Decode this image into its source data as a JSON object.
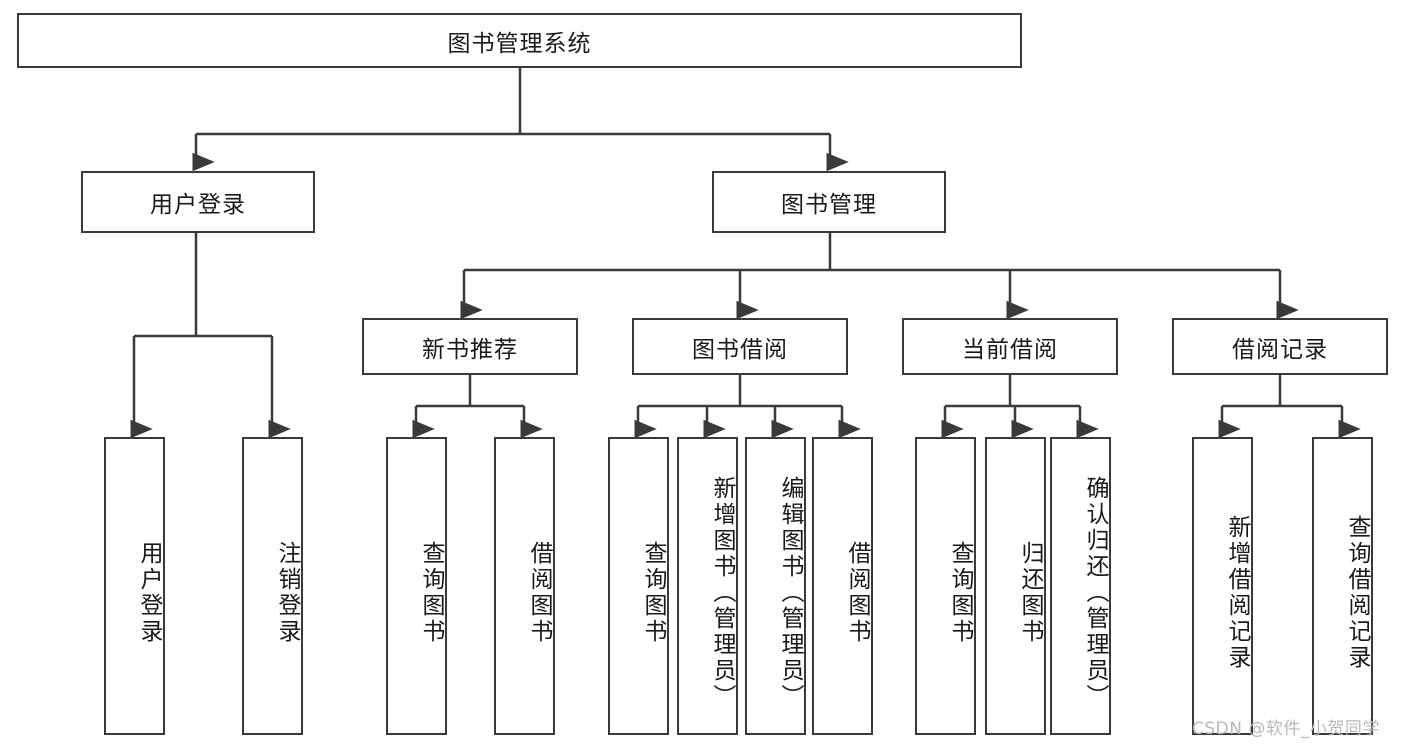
{
  "diagram": {
    "type": "tree-hierarchy-chart",
    "title": "图书管理系统",
    "orientation": "top-down",
    "colors": {
      "box_border": "#3a3a3a",
      "box_fill": "#ffffff",
      "connector": "#3a3a3a",
      "text": "#1a1a1a",
      "watermark": "#b9b9b9",
      "background": "#ffffff"
    }
  },
  "root": {
    "label": "图书管理系统"
  },
  "level1": [
    {
      "label": "用户登录"
    },
    {
      "label": "图书管理"
    }
  ],
  "level2": [
    {
      "label": "新书推荐"
    },
    {
      "label": "图书借阅"
    },
    {
      "label": "当前借阅"
    },
    {
      "label": "借阅记录"
    }
  ],
  "leaves": {
    "user_login": [
      {
        "label": "用户登录"
      },
      {
        "label": "注销登录"
      }
    ],
    "new_book_recommend": [
      {
        "label": "查询图书"
      },
      {
        "label": "借阅图书"
      }
    ],
    "book_borrow": [
      {
        "label": "查询图书"
      },
      {
        "label": "新增图书（管理员）"
      },
      {
        "label": "编辑图书（管理员）"
      },
      {
        "label": "借阅图书"
      }
    ],
    "current_borrow": [
      {
        "label": "查询图书"
      },
      {
        "label": "归还图书"
      },
      {
        "label": "确认归还（管理员）"
      }
    ],
    "borrow_record": [
      {
        "label": "新增借阅记录"
      },
      {
        "label": "查询借阅记录"
      }
    ]
  },
  "watermark": {
    "text": "CSDN @软件_小贺同学"
  }
}
